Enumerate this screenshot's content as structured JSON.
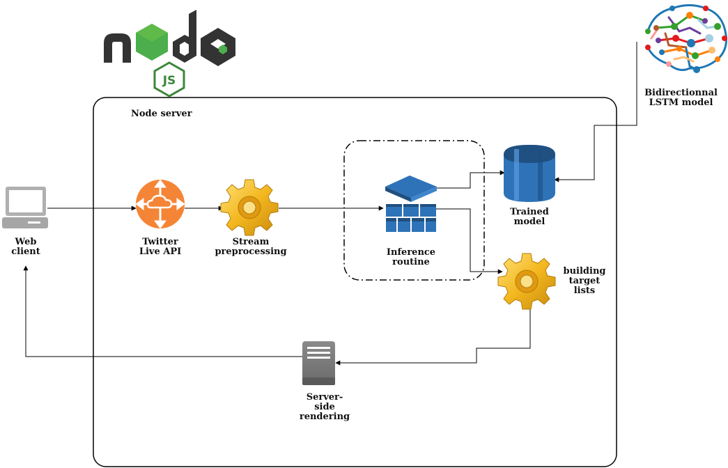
{
  "container": {
    "label": "Node server"
  },
  "logo": {
    "brand": "node",
    "badge": "JS",
    "colors": {
      "dark": "#333333",
      "green": "#4cae4c",
      "badge_green": "#3c873a"
    }
  },
  "nodes": {
    "web_client": {
      "label": "Web\nclient",
      "icon": "laptop-icon"
    },
    "twitter_api": {
      "label": "Twitter\nLive API",
      "icon": "api-gateway-icon"
    },
    "stream_preprocessing": {
      "label": "Stream\npreprocessing",
      "icon": "gear-icon"
    },
    "inference_routine": {
      "label": "Inference\nroutine",
      "icon": "stacked-layers-icon"
    },
    "trained_model": {
      "label": "Trained\nmodel",
      "icon": "database-icon"
    },
    "building_target_lists": {
      "label": "building\ntarget\nlists",
      "icon": "gear-icon"
    },
    "server_side_rendering": {
      "label": "Server-\nside\nrendering",
      "icon": "server-icon"
    },
    "lstm_model": {
      "label": "Bidirectionnal\nLSTM model",
      "icon": "neural-brain-icon"
    }
  },
  "colors": {
    "orange": "#f58536",
    "gold": "#f0b41c",
    "blue": "#2e73b8",
    "blue_dark": "#205081",
    "gray": "#7d7d7d",
    "laptop_gray": "#aaaaaa"
  }
}
